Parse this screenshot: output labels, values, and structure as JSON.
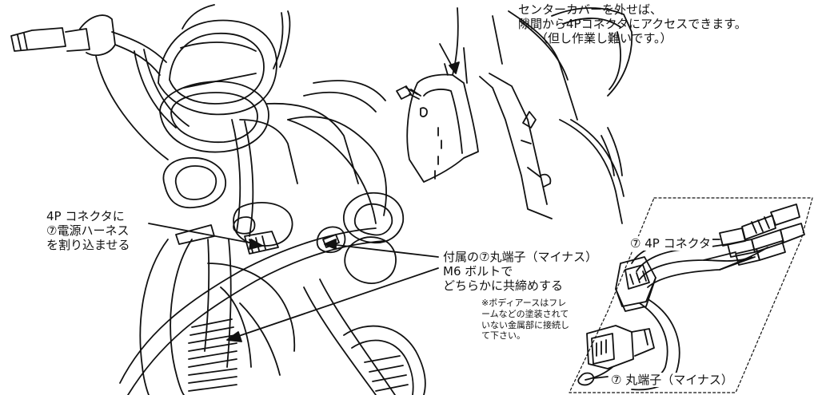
{
  "callouts": {
    "center_cover": [
      "センターカバーを外せば、",
      "隙間から4Pコネクタにアクセスできます。",
      "（但し作業し難いです。）"
    ],
    "connector_install": [
      "4P コネクタに",
      "⑦電源ハーネス",
      "を割り込ませる"
    ],
    "ground_terminal": [
      "付属の⑦丸端子（マイナス）",
      "M6 ボルトで",
      "どちらかに共締めする"
    ],
    "body_ground_note": [
      "※ボディアースはフレ",
      "ームなどの塗装されて",
      "いない金属部に接続し",
      "て下さい。"
    ],
    "part_connector": "⑦ 4P コネクタ",
    "part_terminal": "⑦ 丸端子（マイナス）"
  }
}
